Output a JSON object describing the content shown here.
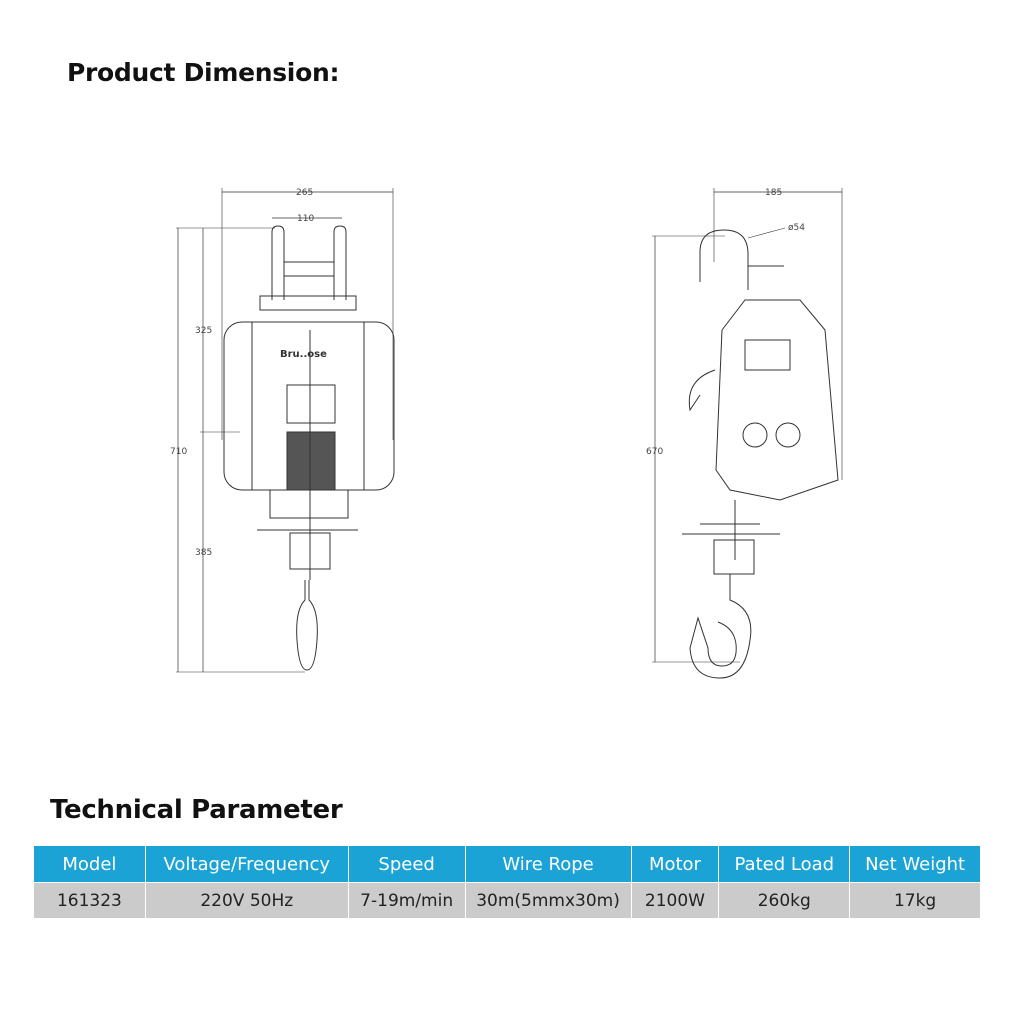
{
  "headings": {
    "product_dimension": "Product Dimension:",
    "technical_parameter": "Technical Parameter"
  },
  "front_view": {
    "width_total": "265",
    "width_hook": "110",
    "height_top": "325",
    "height_total": "710",
    "height_bottom": "385",
    "brand": "Bru..ose"
  },
  "side_view": {
    "width": "185",
    "hook_diameter": "ø54",
    "height": "670"
  },
  "table": {
    "headers": [
      "Model",
      "Voltage/Frequency",
      "Speed",
      "Wire Rope",
      "Motor",
      "Pated Load",
      "Net Weight"
    ],
    "row": [
      "161323",
      "220V 50Hz",
      "7-19m/min",
      "30m(5mmx30m)",
      "2100W",
      "260kg",
      "17kg"
    ]
  },
  "colors": {
    "header_bg": "#1ba3d6",
    "row_bg": "#cbcbcb"
  }
}
